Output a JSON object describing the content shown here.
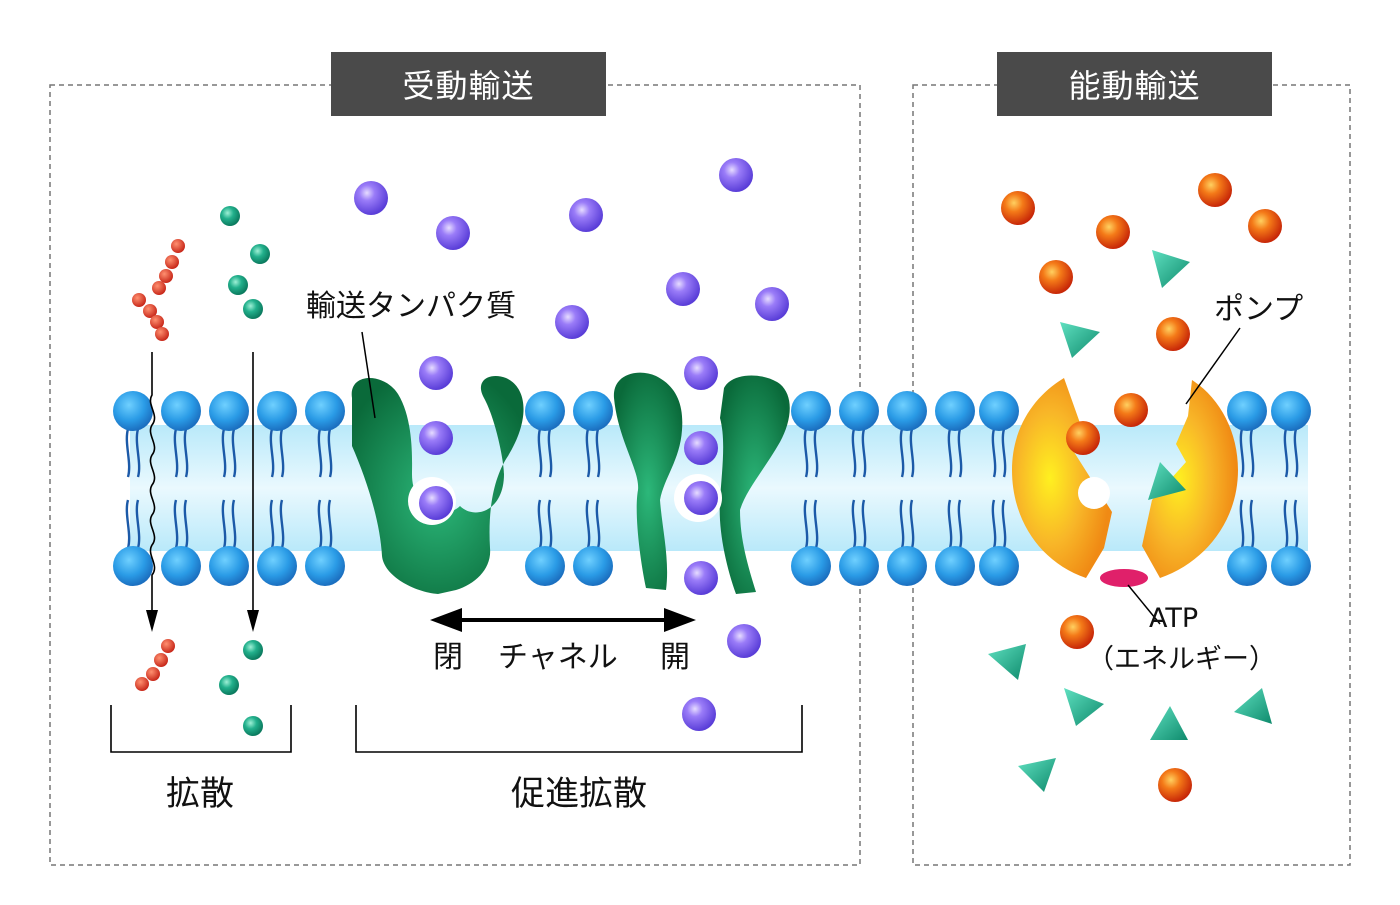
{
  "passive": {
    "title": "受動輸送"
  },
  "active": {
    "title": "能動輸送"
  },
  "labels": {
    "transport_protein": "輸送タンパク質",
    "closed": "閉",
    "channel": "チャネル",
    "open": "開",
    "diffusion": "拡散",
    "facilitated_diffusion": "促進拡散",
    "pump": "ポンプ",
    "atp": "ATP",
    "atp_energy": "（エネルギー）"
  },
  "colors": {
    "header_bg": "#4a4a4a",
    "membrane": "#cdf0fb",
    "phospholipid_head": "#2f9be0",
    "protein": "#0a6a3a",
    "solute_purple": "#7a5cf0",
    "solute_red": "#e04020",
    "solute_teal": "#1aaa88",
    "pump": "#f6a21a",
    "atp": "#e0206a"
  }
}
